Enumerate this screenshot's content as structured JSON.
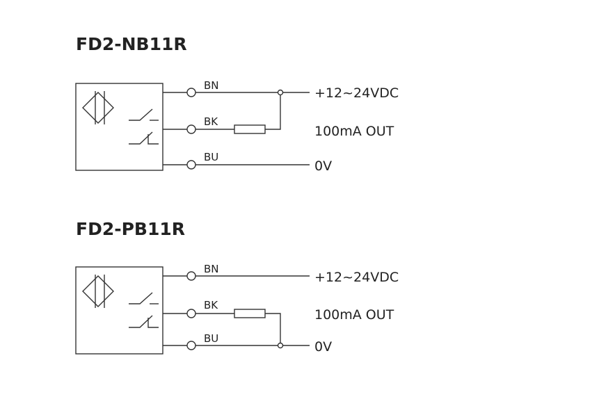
{
  "diagrams": [
    {
      "title": "FD2-NB11R",
      "wires": {
        "bn": "BN",
        "bk": "BK",
        "bu": "BU"
      },
      "terminals": {
        "supply": "+12~24VDC",
        "output": "100mA OUT",
        "ground": "0V"
      },
      "load_connected_to": "BN"
    },
    {
      "title": "FD2-PB11R",
      "wires": {
        "bn": "BN",
        "bk": "BK",
        "bu": "BU"
      },
      "terminals": {
        "supply": "+12~24VDC",
        "output": "100mA OUT",
        "ground": "0V"
      },
      "load_connected_to": "BU"
    }
  ]
}
